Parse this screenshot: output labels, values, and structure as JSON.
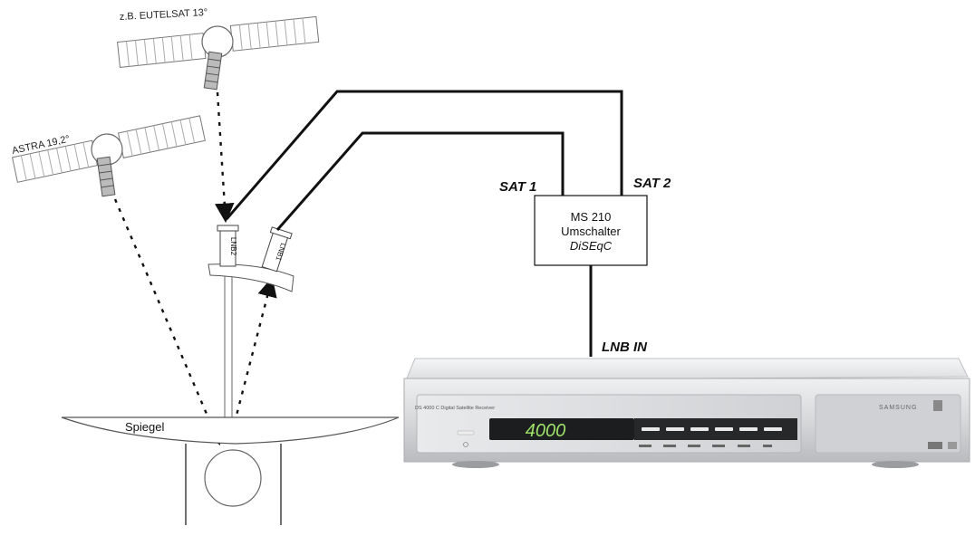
{
  "satellites": {
    "eutelsat": "z.B. EUTELSAT 13°",
    "astra": "ASTRA 19,2°"
  },
  "lnb": {
    "lnb2": "LNB2",
    "lnb1": "LNB1"
  },
  "ports": {
    "sat1": "SAT 1",
    "sat2": "SAT 2",
    "lnb_in": "LNB IN"
  },
  "switch_box": {
    "line1": "MS 210",
    "line2": "Umschalter",
    "line3": "DiSEqC"
  },
  "mirror": "Spiegel",
  "receiver": {
    "display": "4000",
    "model": "DS 4000 C   Digital Satellite Receiver",
    "brand": "SAMSUNG"
  },
  "colors": {
    "cable": "#111111",
    "receiver_body": "#d9dbdd",
    "receiver_front": "#c9cbce",
    "display_bg": "#1b1d1f",
    "display_text": "#9fe36a"
  }
}
